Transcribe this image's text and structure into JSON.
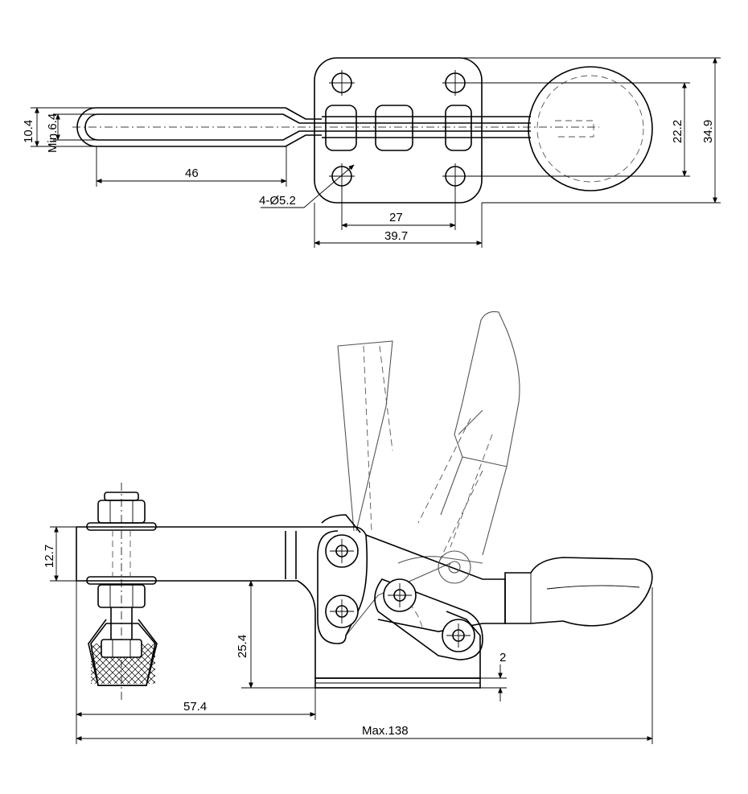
{
  "diagram": {
    "top_view": {
      "dim_slot_width": "10.4",
      "dim_min_opening": "Min.6.4",
      "dim_handle_length": "46",
      "dim_holes": "4-Ø5.2",
      "dim_hole_spacing": "27",
      "dim_base_width": "39.7",
      "dim_hole_row_spacing": "22.2",
      "dim_overall_height": "34.9"
    },
    "side_view": {
      "dim_bar_thickness": "12.7",
      "dim_bar_height": "25.4",
      "dim_base_thickness": "2",
      "dim_reach": "57.4",
      "dim_overall_length": "Max.138"
    }
  }
}
